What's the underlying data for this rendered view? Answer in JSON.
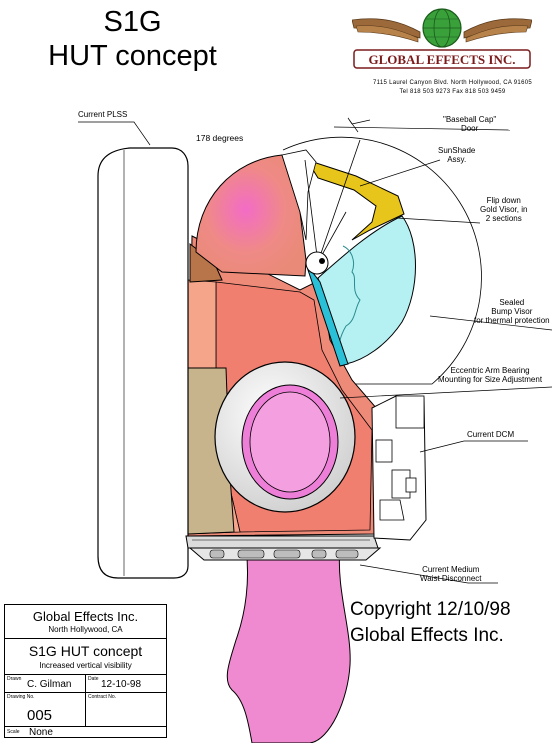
{
  "title": {
    "line1": "S1G",
    "line2": "HUT concept"
  },
  "logo": {
    "company": "GLOBAL EFFECTS INC."
  },
  "address": {
    "line1": "7115 Laurel Canyon Blvd.   North Hollywood, CA 91605",
    "line2": "Tel 818 503 9273   Fax 818 503 9459"
  },
  "labels": {
    "current_plss": "Current PLSS",
    "degrees": "178 degrees",
    "baseball_cap_door": "\"Baseball Cap\"\nDoor",
    "sunshade": "SunShade\nAssy.",
    "flip_down_visor": "Flip down\nGold Visor, in\n2 sections",
    "sealed_bump_visor": "Sealed\nBump Visor\nfor thermal protection",
    "eccentric_arm": "Eccentric Arm Bearing\nMounting for Size Adjustment",
    "current_dcm": "Current DCM",
    "waist_disconnect": "Current Medium\nWaist Disconnect"
  },
  "copyright": {
    "line1": "Copyright 12/10/98",
    "line2": "Global Effects Inc."
  },
  "title_block": {
    "company": "Global Effects Inc.",
    "location": "North Hollywood, CA",
    "drawing_title": "S1G HUT concept",
    "subtitle": "Increased vertical visibility",
    "drawn_label": "Drawn",
    "drawn_by": "C. Gilman",
    "date_label": "Date",
    "date": "12-10-98",
    "drawing_no_label": "Drawing No.",
    "drawing_no": "005",
    "contract_label": "Contract No.",
    "scale_label": "Scale",
    "scale": "None"
  },
  "colors": {
    "helmet_shell": "#e98a78",
    "visor": "#b5f0f2",
    "gold_visor": "#e8c51a",
    "pink_body": "#f08ad0",
    "bearing_ring": "#e6e6e6",
    "tan_panel": "#c8b48c",
    "brown_panel": "#b9754a"
  }
}
